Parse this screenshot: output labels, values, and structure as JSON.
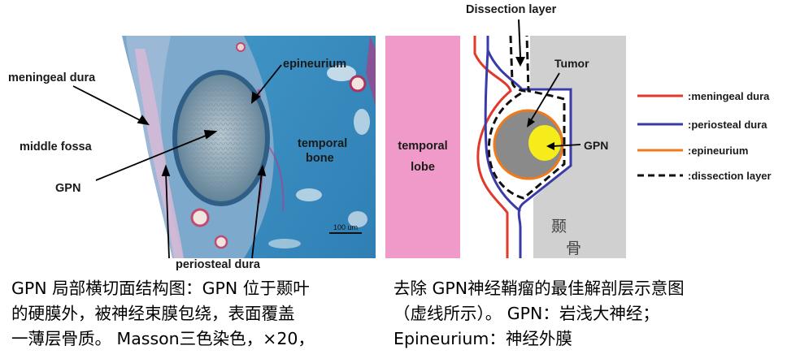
{
  "left_panel": {
    "labels": {
      "meningeal_dura": "meningeal dura",
      "middle_fossa": "middle fossa",
      "gpn": "GPN",
      "epineurium": "epineurium",
      "temporal_bone_1": "temporal",
      "temporal_bone_2": "bone",
      "periosteal_dura": "periosteal dura",
      "scale_bar": "100 um"
    }
  },
  "right_panel": {
    "title": "Dissection layer",
    "temporal_lobe_1": "temporal",
    "temporal_lobe_2": "lobe",
    "tumor": "Tumor",
    "gpn": "GPN",
    "bone_char_1": "颞",
    "bone_char_2": "骨",
    "legend": [
      {
        "label": ":meningeal dura",
        "color": "#e03a2a",
        "style": "solid"
      },
      {
        "label": ":periosteal dura",
        "color": "#3a3aa8",
        "style": "solid"
      },
      {
        "label": ":epineurium",
        "color": "#f07a1a",
        "style": "solid"
      },
      {
        "label": ":dissection layer",
        "color": "#111111",
        "style": "dashed"
      }
    ],
    "colors": {
      "temporal_lobe": "#ef9ac8",
      "bone": "#d0d0d0",
      "tumor": "#8a8a8a",
      "gpn": "#f6ec1c"
    }
  },
  "captions": {
    "left": "GPN 局部横切面结构图：GPN 位于颞叶\n的硬膜外，被神经束膜包绕，表面覆盖\n一薄层骨质。 Masson三色染色，×20，",
    "right": "去除 GPN神经鞘瘤的最佳解剖层示意图\n（虚线所示）。 GPN：岩浅大神经；\nEpineurium：神经外膜"
  }
}
